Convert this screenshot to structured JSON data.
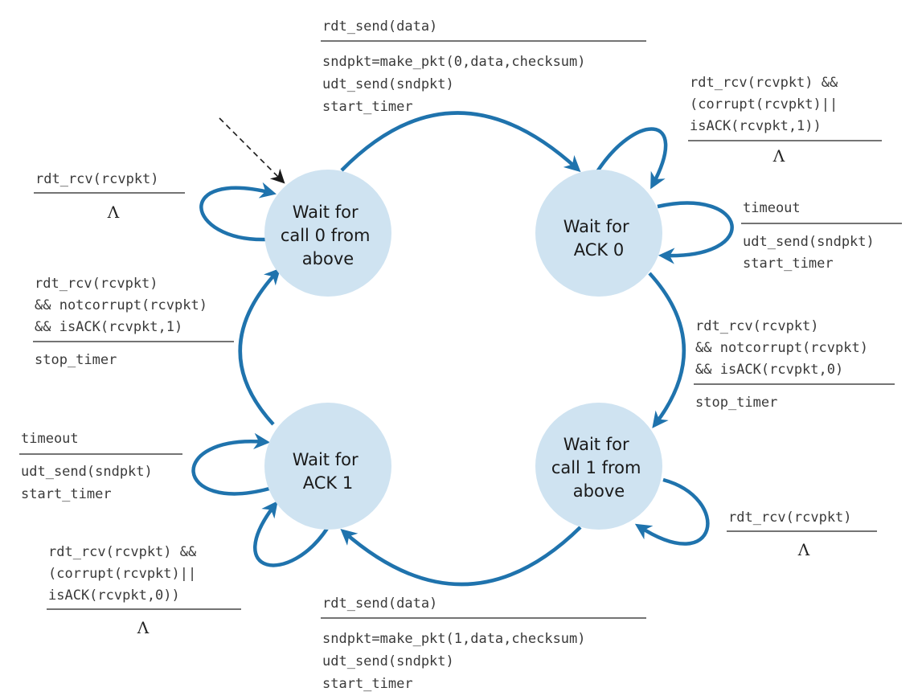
{
  "colors": {
    "state_fill": "#cfe3f1",
    "arrow": "#1f73ad",
    "text": "#3a3a3a",
    "rule": "#222222"
  },
  "states": {
    "wait_call0": [
      "Wait for",
      "call 0 from",
      "above"
    ],
    "wait_ack0": [
      "Wait for",
      "ACK 0"
    ],
    "wait_call1": [
      "Wait for",
      "call 1 from",
      "above"
    ],
    "wait_ack1": [
      "Wait for",
      "ACK 1"
    ]
  },
  "transitions": {
    "send0": {
      "event": "rdt_send(data)",
      "actions": [
        "sndpkt=make_pkt(0,data,checksum)",
        "udt_send(sndpkt)",
        "start_timer"
      ]
    },
    "ack0_corrupt": {
      "event": [
        "rdt_rcv(rcvpkt) &&",
        "(corrupt(rcvpkt)||",
        "isACK(rcvpkt,1))"
      ],
      "action": "Λ"
    },
    "ack0_timeout": {
      "event": "timeout",
      "actions": [
        "udt_send(sndpkt)",
        "start_timer"
      ]
    },
    "ack0_ok": {
      "event": [
        "rdt_rcv(rcvpkt)",
        "&& notcorrupt(rcvpkt)",
        "&& isACK(rcvpkt,0)"
      ],
      "action": "stop_timer"
    },
    "call1_rcv": {
      "event": "rdt_rcv(rcvpkt)",
      "action": "Λ"
    },
    "send1": {
      "event": "rdt_send(data)",
      "actions": [
        "sndpkt=make_pkt(1,data,checksum)",
        "udt_send(sndpkt)",
        "start_timer"
      ]
    },
    "ack1_corrupt": {
      "event": [
        "rdt_rcv(rcvpkt) &&",
        "(corrupt(rcvpkt)||",
        "isACK(rcvpkt,0))"
      ],
      "action": "Λ"
    },
    "ack1_timeout": {
      "event": "timeout",
      "actions": [
        "udt_send(sndpkt)",
        "start_timer"
      ]
    },
    "ack1_ok": {
      "event": [
        "rdt_rcv(rcvpkt)",
        "&& notcorrupt(rcvpkt)",
        "&& isACK(rcvpkt,1)"
      ],
      "action": "stop_timer"
    },
    "call0_rcv": {
      "event": "rdt_rcv(rcvpkt)",
      "action": "Λ"
    }
  }
}
